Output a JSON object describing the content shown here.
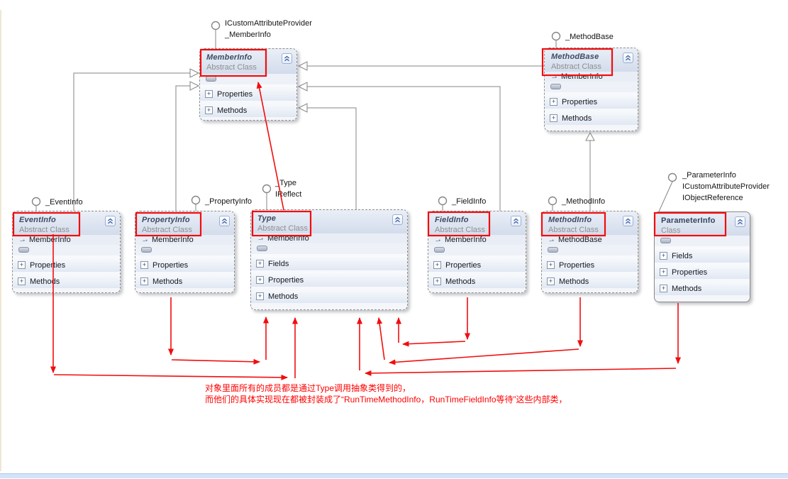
{
  "classes": [
    {
      "name": "MemberInfo",
      "kind": "Abstract Class",
      "base": null,
      "sections": [
        "Properties",
        "Methods"
      ],
      "lollipop": [
        "ICustomAttributeProvider",
        "_MemberInfo"
      ]
    },
    {
      "name": "MethodBase",
      "kind": "Abstract Class",
      "base": "MemberInfo",
      "sections": [
        "Properties",
        "Methods"
      ],
      "lollipop": [
        "_MethodBase"
      ]
    },
    {
      "name": "EventInfo",
      "kind": "Abstract Class",
      "base": "MemberInfo",
      "sections": [
        "Properties",
        "Methods"
      ],
      "lollipop": [
        "_EventInfo"
      ]
    },
    {
      "name": "PropertyInfo",
      "kind": "Abstract Class",
      "base": "MemberInfo",
      "sections": [
        "Properties",
        "Methods"
      ],
      "lollipop": [
        "_PropertyInfo"
      ]
    },
    {
      "name": "Type",
      "kind": "Abstract Class",
      "base": "MemberInfo",
      "sections": [
        "Fields",
        "Properties",
        "Methods"
      ],
      "lollipop": [
        "_Type",
        "IReflect"
      ]
    },
    {
      "name": "FieldInfo",
      "kind": "Abstract Class",
      "base": "MemberInfo",
      "sections": [
        "Properties",
        "Methods"
      ],
      "lollipop": [
        "_FieldInfo"
      ]
    },
    {
      "name": "MethodInfo",
      "kind": "Abstract Class",
      "base": "MethodBase",
      "sections": [
        "Properties",
        "Methods"
      ],
      "lollipop": [
        "_MethodInfo"
      ]
    },
    {
      "name": "ParameterInfo",
      "kind": "Class",
      "base": null,
      "sections": [
        "Fields",
        "Properties",
        "Methods"
      ],
      "lollipop": [
        "_ParameterInfo",
        "ICustomAttributeProvider",
        "IObjectReference"
      ]
    }
  ],
  "annotation": {
    "line1": "对象里面所有的成员都是通过Type调用抽象类得到的，",
    "line2": "而他们的具体实现现在都被封装成了“RunTimeMethodInfo，RunTimeFieldInfo等待”这些内部类，"
  },
  "colors": {
    "annotation_red": "#ff0000",
    "highlight_box_red": "#ff0000",
    "connector_gray": "#808080",
    "class_border": "#8f8f8f",
    "header_fill": "#d3dcec",
    "bottom_bar_blue": "#d4e4f8"
  }
}
